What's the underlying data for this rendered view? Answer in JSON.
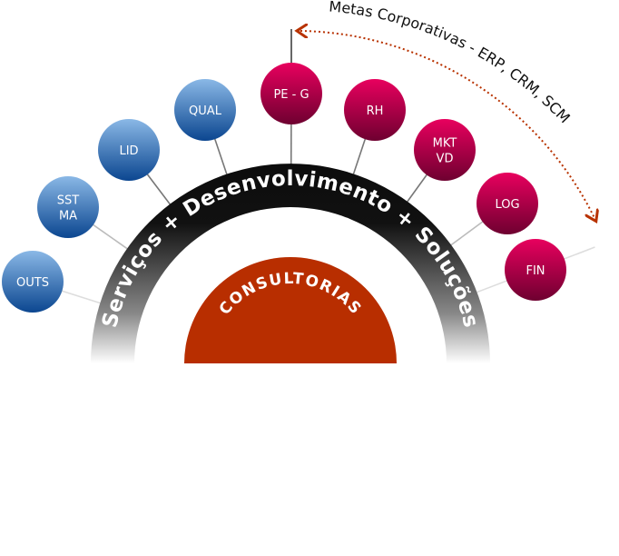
{
  "band_text": "Serviços + Desenvolvimento + Soluções",
  "core_text": "CONSULTORIAS",
  "annotation": "Metas Corporativas - ERP, CRM, SCM",
  "colors": {
    "blue": "#1f5fa6",
    "crimson": "#b0004a",
    "core": "#b82e00",
    "band": "#111111",
    "arrow": "#b83200"
  },
  "nodes": [
    {
      "lines": [
        "OUTS"
      ],
      "group": "blue"
    },
    {
      "lines": [
        "SST",
        "MA"
      ],
      "group": "blue"
    },
    {
      "lines": [
        "LID"
      ],
      "group": "blue"
    },
    {
      "lines": [
        "QUAL"
      ],
      "group": "blue"
    },
    {
      "lines": [
        "PE - G"
      ],
      "group": "crimson"
    },
    {
      "lines": [
        "RH"
      ],
      "group": "crimson"
    },
    {
      "lines": [
        "MKT",
        "VD"
      ],
      "group": "crimson"
    },
    {
      "lines": [
        "LOG"
      ],
      "group": "crimson"
    },
    {
      "lines": [
        "FIN"
      ],
      "group": "crimson"
    }
  ]
}
